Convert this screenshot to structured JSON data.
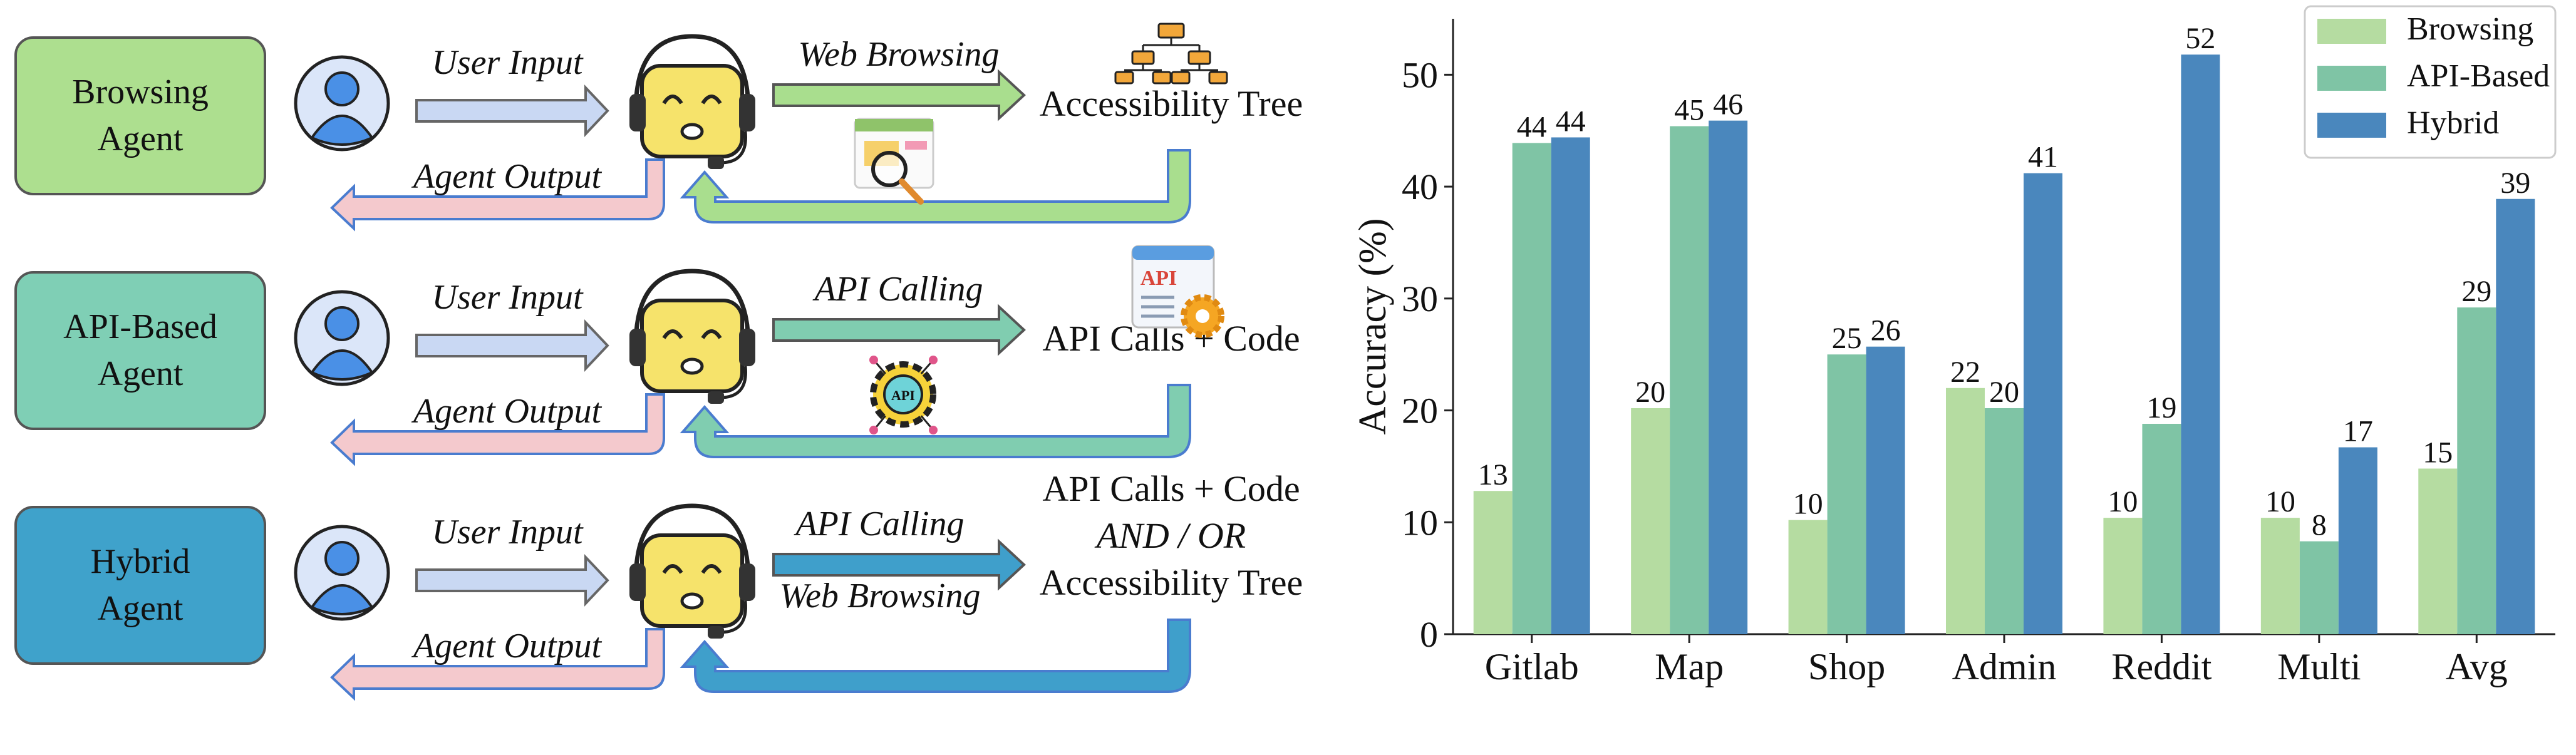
{
  "diagram": {
    "rows": [
      {
        "agent_label_lines": [
          "Browsing",
          "Agent"
        ],
        "box_color": "#addf8f",
        "input_label": "User Input",
        "output_label": "Agent Output",
        "call_lines": [
          "Web Browsing"
        ],
        "target_lines": [
          "Accessibility Tree"
        ],
        "arrow_color": "#a9de8e",
        "icon": "accessibility-tree-icon",
        "side_icon": "web-search-icon"
      },
      {
        "agent_label_lines": [
          "API-Based",
          "Agent"
        ],
        "box_color": "#7fcfb5",
        "input_label": "User Input",
        "output_label": "Agent Output",
        "call_lines": [
          "API Calling"
        ],
        "target_lines": [
          "API Calls + Code"
        ],
        "arrow_color": "#80cdb0",
        "icon": "api-document-gear-icon",
        "side_icon": "api-gear-icon"
      },
      {
        "agent_label_lines": [
          "Hybrid",
          "Agent"
        ],
        "box_color": "#3fa2cb",
        "input_label": "User Input",
        "output_label": "Agent Output",
        "call_lines": [
          "API Calling",
          "Web Browsing"
        ],
        "target_lines": [
          "API Calls + Code",
          "AND / OR",
          "Accessibility Tree"
        ],
        "arrow_color": "#3f9fcb",
        "icon": "",
        "side_icon": ""
      }
    ],
    "user_icon": "user-avatar-icon",
    "robot_icon": "robot-headset-icon"
  },
  "chart_data": {
    "type": "bar",
    "categories": [
      "Gitlab",
      "Map",
      "Shop",
      "Admin",
      "Reddit",
      "Multi",
      "Avg"
    ],
    "series": [
      {
        "name": "Browsing",
        "color": "#b5dca1",
        "values": [
          12.8,
          20.2,
          10.2,
          22.0,
          10.4,
          10.4,
          14.8
        ],
        "labels": [
          "13",
          "20",
          "10",
          "22",
          "10",
          "10",
          "15"
        ]
      },
      {
        "name": "API-Based",
        "color": "#7fc4a5",
        "values": [
          43.9,
          45.4,
          25.0,
          20.2,
          18.8,
          8.3,
          29.2
        ],
        "labels": [
          "44",
          "45",
          "25",
          "20",
          "19",
          "8",
          "29"
        ]
      },
      {
        "name": "Hybrid",
        "color": "#4a87bd",
        "values": [
          44.4,
          45.9,
          25.7,
          41.2,
          51.8,
          16.7,
          38.9
        ],
        "labels": [
          "44",
          "46",
          "26",
          "41",
          "52",
          "17",
          "39"
        ]
      }
    ],
    "ylabel": "Accuracy (%)",
    "xlabel": "",
    "title": "",
    "yticks": [
      0,
      10,
      20,
      30,
      40,
      50
    ],
    "ylim": [
      0,
      55
    ],
    "grid": false,
    "legend_position": "top-right"
  }
}
